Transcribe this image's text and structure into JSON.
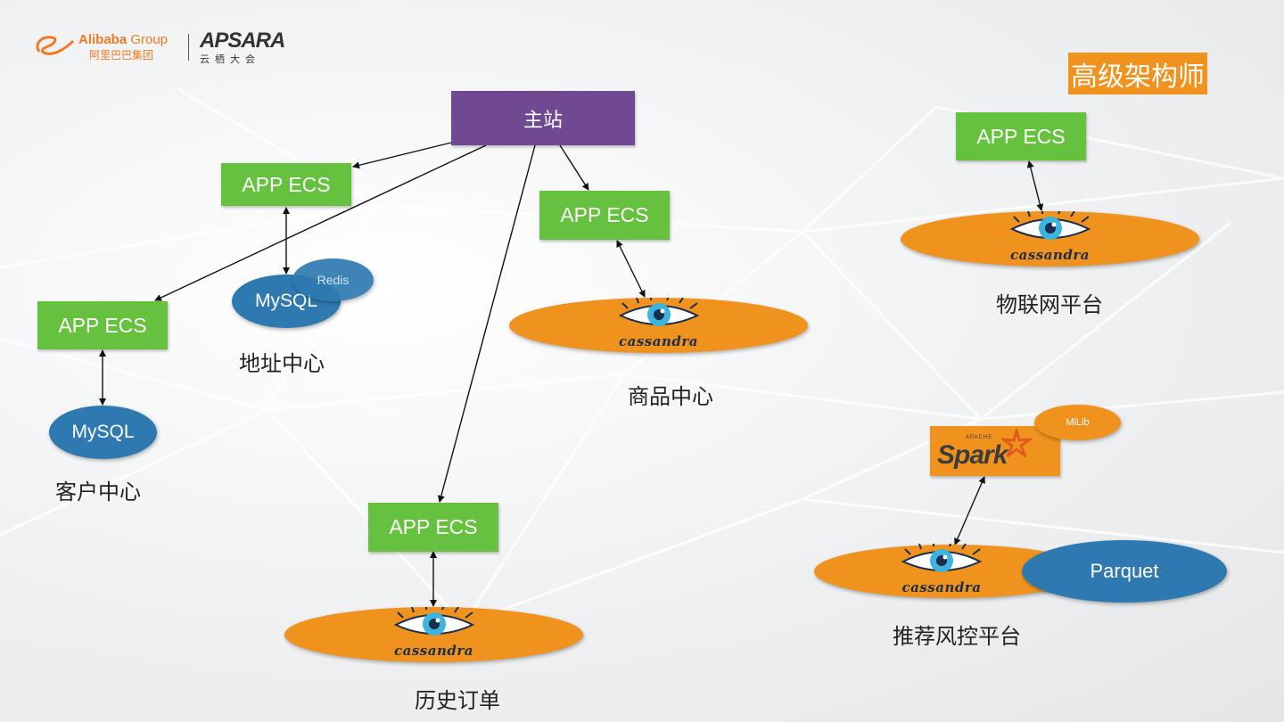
{
  "header": {
    "alibaba_en": "Alibaba",
    "alibaba_group": "Group",
    "alibaba_cn": "阿里巴巴集团",
    "apsara_en": "APSARA",
    "apsara_cn": "云栖大会"
  },
  "badge": {
    "label": "高级架构师"
  },
  "nodes": {
    "main_site": "主站",
    "app_ecs_label": "APP ECS",
    "mysql_label": "MySQL",
    "redis_label": "Redis",
    "cassandra_label": "cassandra",
    "spark_label": "Spark",
    "apache_label": "APACHE",
    "mllib_label": "MlLib",
    "parquet_label": "Parquet"
  },
  "captions": {
    "customer_center": "客户中心",
    "address_center": "地址中心",
    "product_center": "商品中心",
    "history_orders": "历史订单",
    "iot_platform": "物联网平台",
    "recommend_risk_platform": "推荐风控平台"
  },
  "colors": {
    "green": "#66c13f",
    "purple": "#6f4a92",
    "orange": "#f0921e",
    "blue": "#2e79b0"
  }
}
